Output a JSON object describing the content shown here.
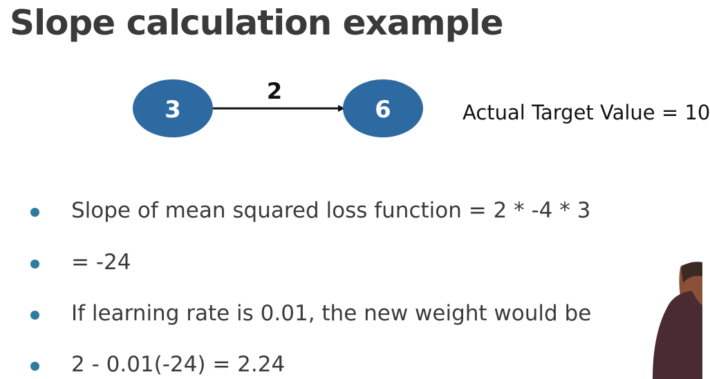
{
  "slide": {
    "title": "Slope calculation example"
  },
  "diagram": {
    "input_node": "3",
    "output_node": "6",
    "edge_weight": "2",
    "node_color": "#2e6aa2",
    "target_label": "Actual Target Value = 10"
  },
  "bullets": [
    "Slope of mean squared loss function = 2 * -4 * 3",
    "= -24",
    "If learning rate is 0.01, the new weight would be",
    "2 - 0.01(-24) = 2.24"
  ],
  "colors": {
    "bullet_dot": "#2f7aa0",
    "text": "#3a3a3a"
  }
}
